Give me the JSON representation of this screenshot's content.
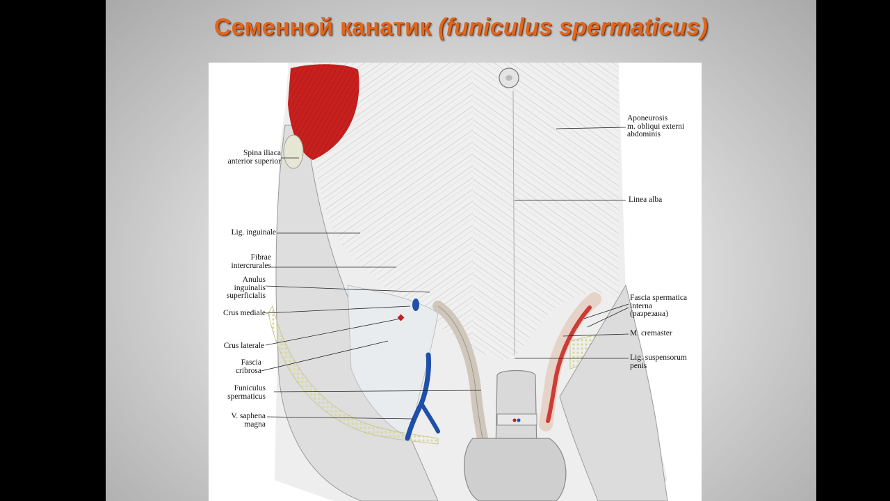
{
  "slide": {
    "title_ru": "Семенной канатик",
    "title_latin": "(funiculus spermaticus)"
  },
  "labels_left": [
    {
      "id": "spina",
      "text": "Spina iliaca\nanterior superior"
    },
    {
      "id": "lig-inguinale",
      "text": "Lig. inguinale"
    },
    {
      "id": "fibrae",
      "text": "Fibrae\nintercrurales"
    },
    {
      "id": "anulus",
      "text": "Anulus\ninguinalis\nsuperficialis"
    },
    {
      "id": "crus-mediale",
      "text": "Crus mediale"
    },
    {
      "id": "crus-laterale",
      "text": "Crus laterale"
    },
    {
      "id": "fascia-cribrosa",
      "text": "Fascia\ncribrosa"
    },
    {
      "id": "funiculus",
      "text": "Funiculus\nspermaticus"
    },
    {
      "id": "v-saphena",
      "text": "V. saphena\nmagna"
    }
  ],
  "labels_right": [
    {
      "id": "aponeurosis",
      "text": "Aponeurosis\nm. obliqui externi\nabdominis"
    },
    {
      "id": "linea-alba",
      "text": "Linea alba"
    },
    {
      "id": "fascia-spermatica",
      "text": "Fascia spermatica\ninterna\n(разрезана)"
    },
    {
      "id": "m-cremaster",
      "text": "M. cremaster"
    },
    {
      "id": "lig-suspensorum",
      "text": "Lig. suspensorum\npenis"
    }
  ],
  "colors": {
    "title": "#e0661e",
    "muscle": "#c8201e",
    "vein": "#1f4fa8",
    "fat": "#e7e7b8"
  }
}
